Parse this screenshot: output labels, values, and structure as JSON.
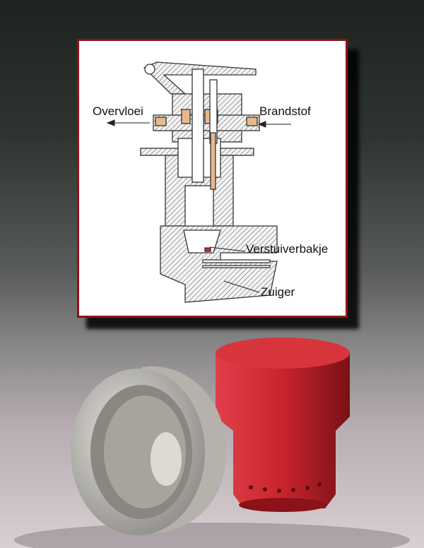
{
  "diagram": {
    "labels": {
      "overflow": "Overvloei",
      "fuel": "Brandstof",
      "atomizer_cup": "Verstuiverbakje",
      "piston": "Zuiger"
    },
    "colors": {
      "frame": "#8e1418",
      "fuel": "#e8b98c",
      "hatch": "#555555"
    }
  },
  "photo": {
    "colors": {
      "red_part": "#c8242c",
      "silver_part": "#c9c6c0"
    }
  }
}
